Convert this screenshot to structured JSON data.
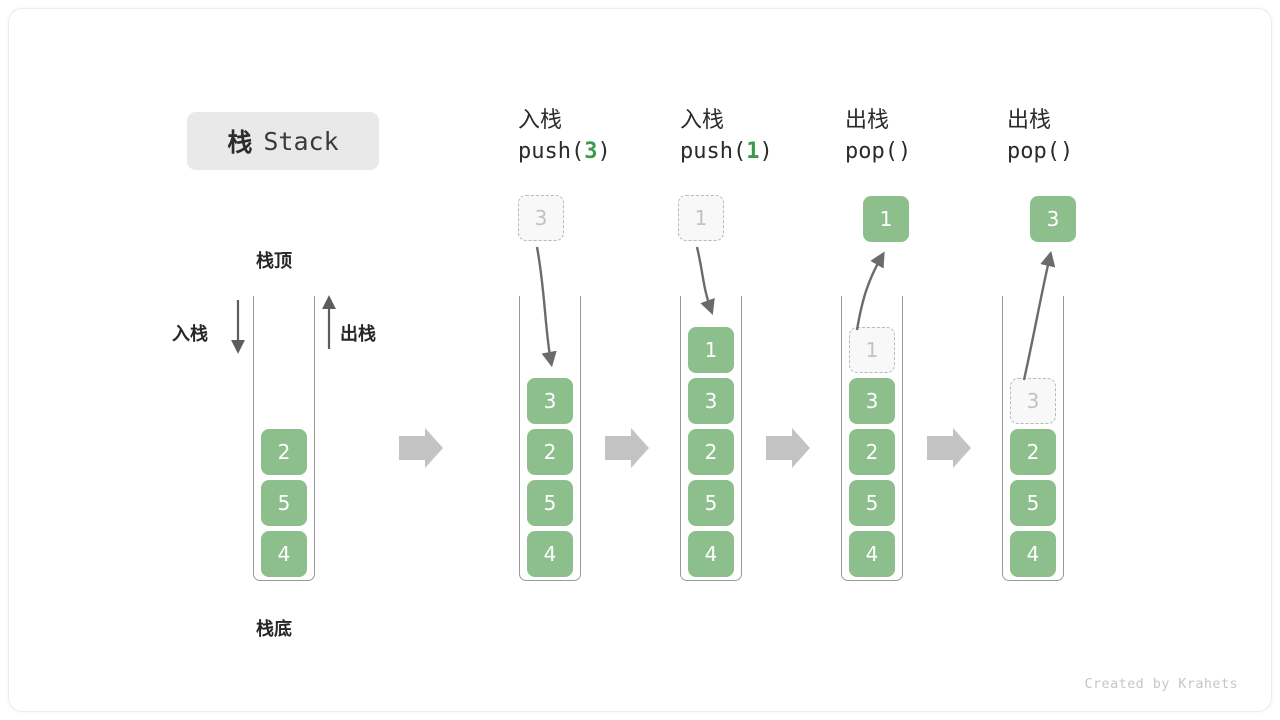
{
  "title": {
    "cn": "栈",
    "en": "Stack"
  },
  "labels": {
    "top": "栈顶",
    "bottom": "栈底",
    "push": "入栈",
    "pop": "出栈"
  },
  "colors": {
    "box_green": "#8cbf8c",
    "accent_green": "#3c9a4e",
    "ghost_fill": "#f8f8f8",
    "ghost_border": "#b9b9b9",
    "tube_border": "#9a9a9a",
    "arrow_gray": "#6b6b6b",
    "step_arrow_gray": "#c3c3c3",
    "badge_bg": "#e9e9e9",
    "text_dark": "#2b2b2b",
    "footer_gray": "#c6c6c6"
  },
  "columns": [
    {
      "id": "initial",
      "header_cn": "",
      "header_code": "",
      "header_arg": "",
      "stack": [
        {
          "value": "2",
          "state": "solid"
        },
        {
          "value": "5",
          "state": "solid"
        },
        {
          "value": "4",
          "state": "solid"
        }
      ],
      "float": null,
      "side_labels": {
        "left": "入栈",
        "right": "出栈"
      }
    },
    {
      "id": "push-3",
      "header_cn": "入栈",
      "header_code_pre": "push(",
      "header_arg": "3",
      "header_code_post": ")",
      "stack": [
        {
          "value": "3",
          "state": "solid"
        },
        {
          "value": "2",
          "state": "solid"
        },
        {
          "value": "5",
          "state": "solid"
        },
        {
          "value": "4",
          "state": "solid"
        }
      ],
      "float": {
        "value": "3",
        "state": "ghost"
      },
      "flow": "down"
    },
    {
      "id": "push-1",
      "header_cn": "入栈",
      "header_code_pre": "push(",
      "header_arg": "1",
      "header_code_post": ")",
      "stack": [
        {
          "value": "1",
          "state": "solid"
        },
        {
          "value": "3",
          "state": "solid"
        },
        {
          "value": "2",
          "state": "solid"
        },
        {
          "value": "5",
          "state": "solid"
        },
        {
          "value": "4",
          "state": "solid"
        }
      ],
      "float": {
        "value": "1",
        "state": "ghost"
      },
      "flow": "down"
    },
    {
      "id": "pop-1",
      "header_cn": "出栈",
      "header_code_pre": "pop(",
      "header_arg": "",
      "header_code_post": ")",
      "stack": [
        {
          "value": "1",
          "state": "ghost"
        },
        {
          "value": "3",
          "state": "solid"
        },
        {
          "value": "2",
          "state": "solid"
        },
        {
          "value": "5",
          "state": "solid"
        },
        {
          "value": "4",
          "state": "solid"
        }
      ],
      "float": {
        "value": "1",
        "state": "solid"
      },
      "flow": "up"
    },
    {
      "id": "pop-3",
      "header_cn": "出栈",
      "header_code_pre": "pop(",
      "header_arg": "",
      "header_code_post": ")",
      "stack": [
        {
          "value": "3",
          "state": "ghost"
        },
        {
          "value": "2",
          "state": "solid"
        },
        {
          "value": "5",
          "state": "solid"
        },
        {
          "value": "4",
          "state": "solid"
        }
      ],
      "float": {
        "value": "3",
        "state": "solid"
      },
      "flow": "up"
    }
  ],
  "footer": "Created by Krahets"
}
